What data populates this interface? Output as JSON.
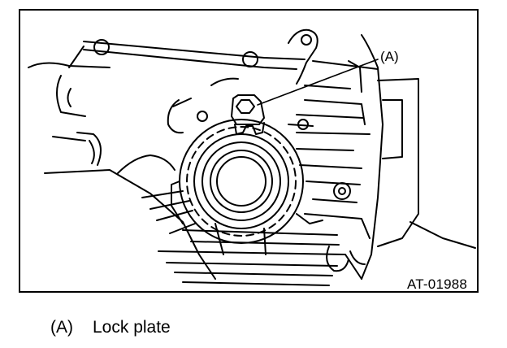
{
  "figure": {
    "callout_label": "(A)",
    "figure_id": "AT-01988"
  },
  "legend": [
    {
      "key": "(A)",
      "text": "Lock plate"
    }
  ]
}
